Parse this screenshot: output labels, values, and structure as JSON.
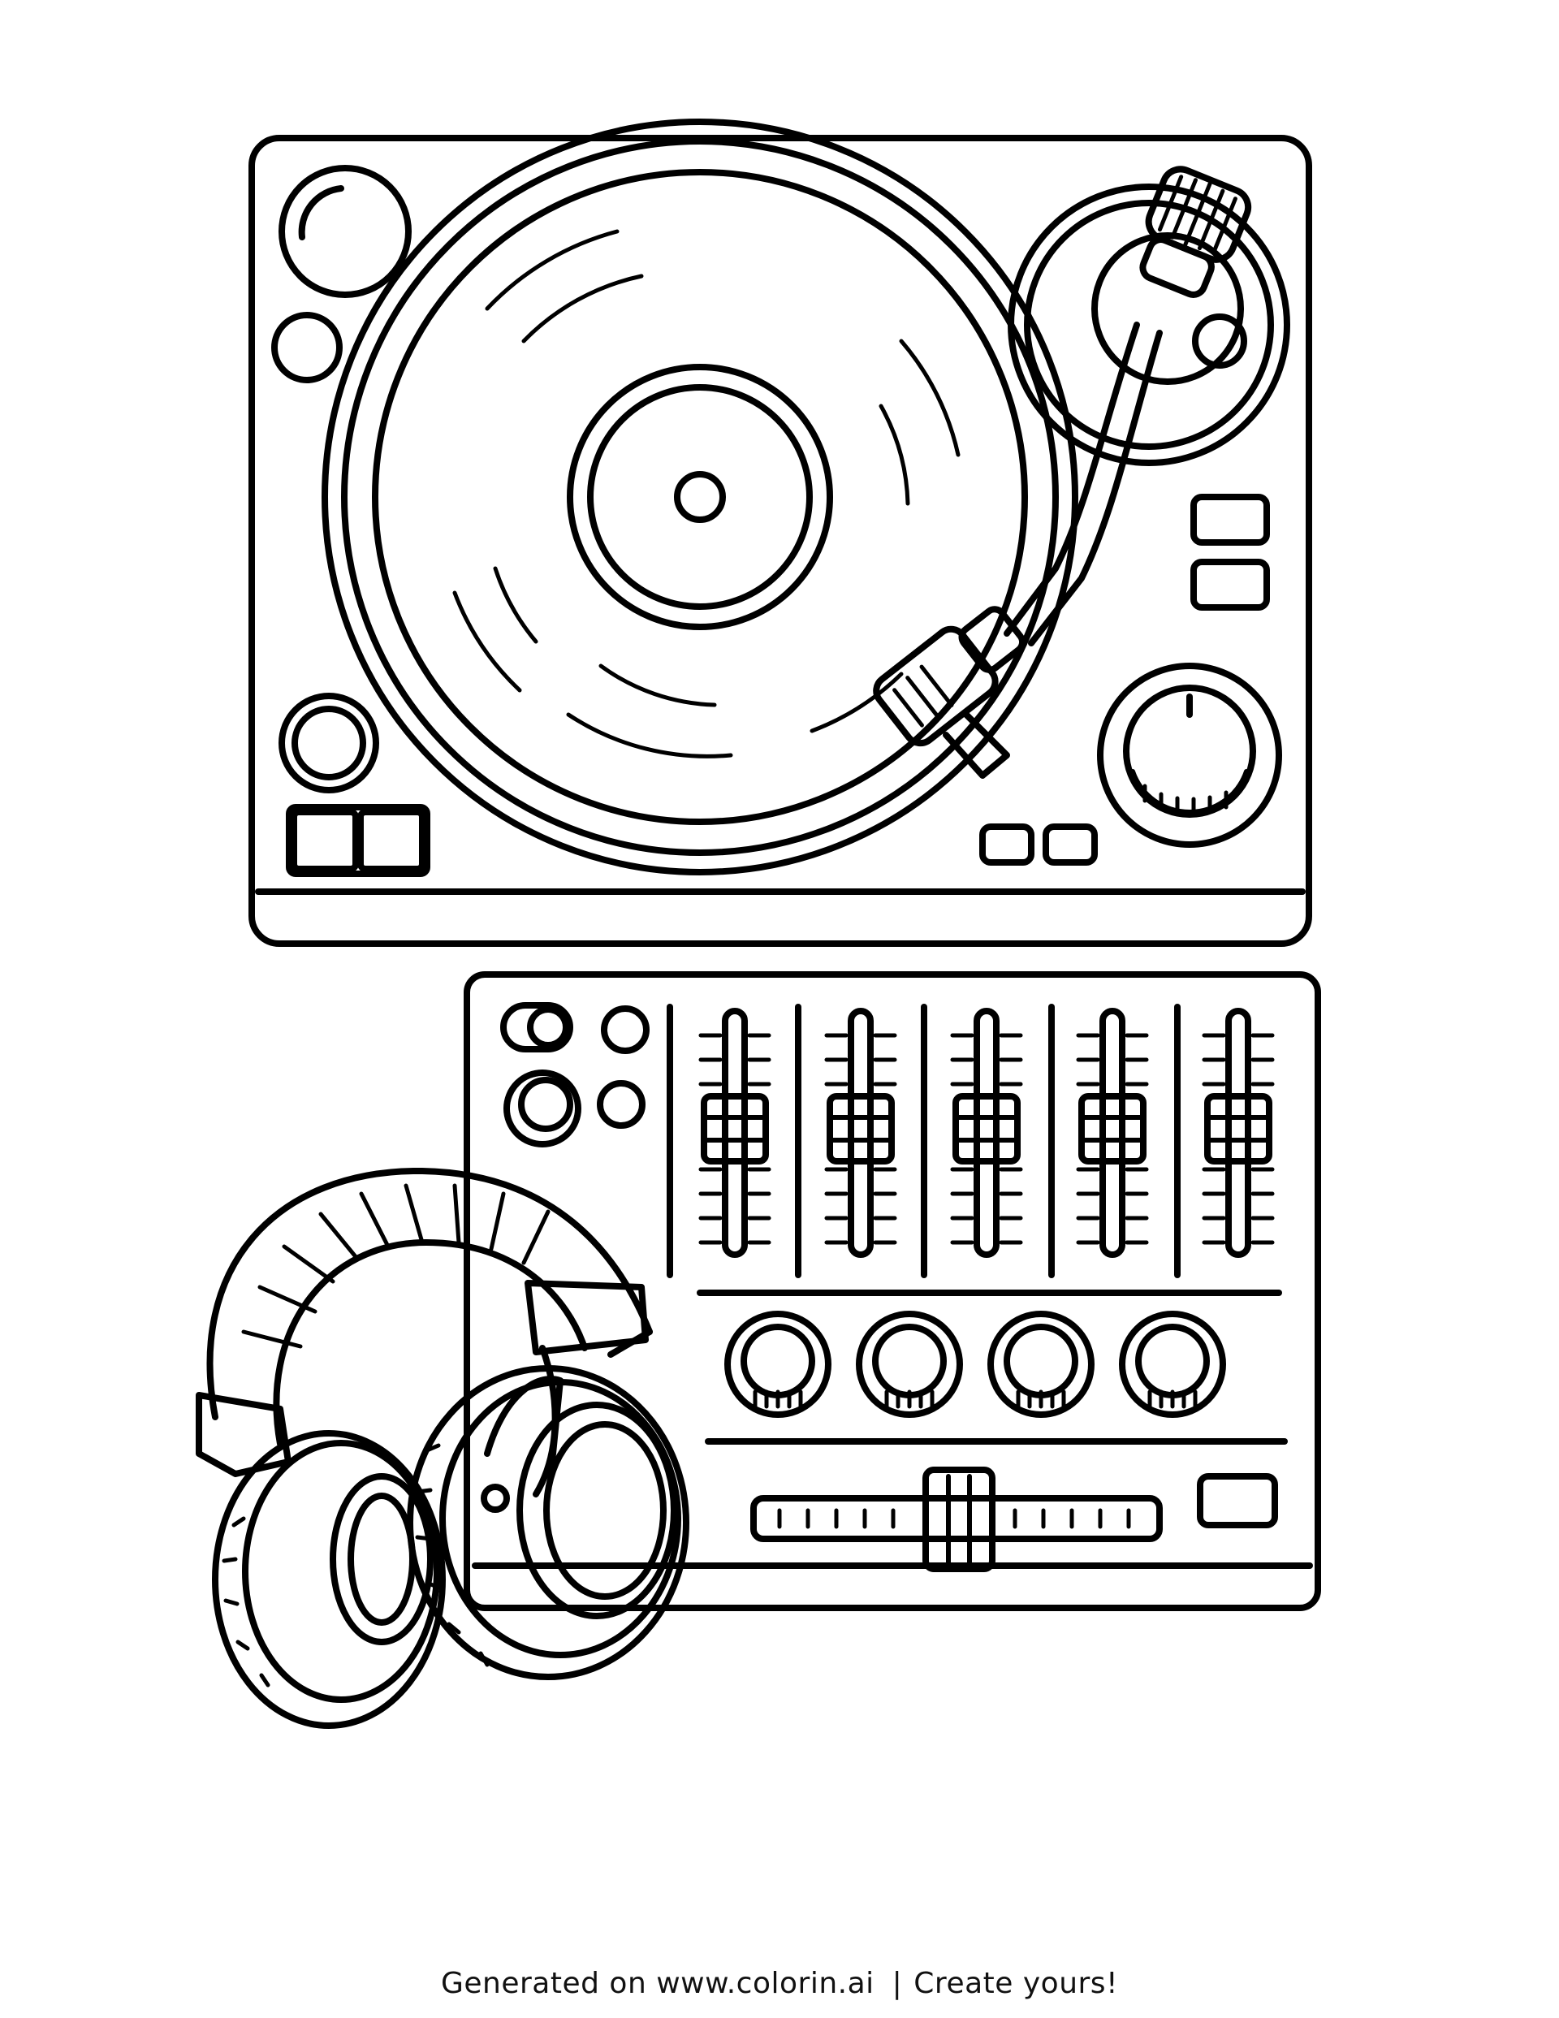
{
  "footer": {
    "generated_text": "Generated on www.colorin.ai",
    "separator": "|",
    "cta_text": "Create yours!"
  },
  "illustration": {
    "subject": "dj-setup-coloring-page",
    "mixer_fader_count": 5,
    "mixer_knob_count": 4
  }
}
